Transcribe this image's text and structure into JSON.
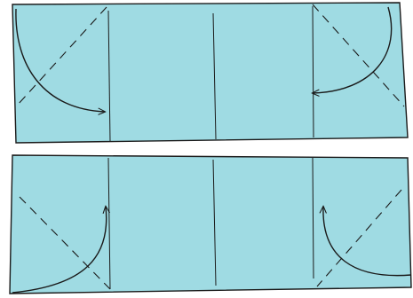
{
  "diagram": {
    "colors": {
      "paper": "#9fdbe3",
      "line": "#1a1a1a",
      "background": "#ffffff"
    },
    "panels": [
      {
        "id": "top-panel",
        "fold_lines": 3,
        "diagonal_creases": 2,
        "arrows": 2
      },
      {
        "id": "bottom-panel",
        "fold_lines": 3,
        "diagonal_creases": 2,
        "arrows": 2
      }
    ]
  }
}
